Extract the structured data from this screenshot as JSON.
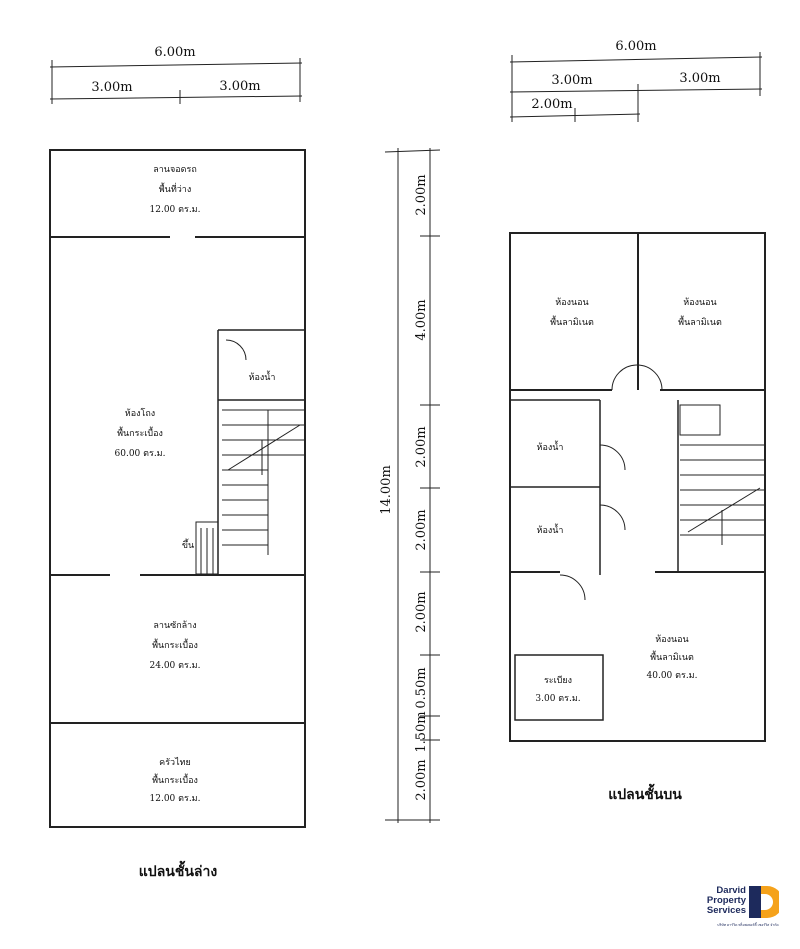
{
  "left_plan": {
    "dims": {
      "total_width": "6.00m",
      "left_half": "3.00m",
      "right_half": "3.00m"
    },
    "rooms": {
      "front_yard": [
        "ลานจอดรถ",
        "พื้นที่ว่าง",
        "12.00 ตร.ม."
      ],
      "living": [
        "ห้องโถง",
        "พื้นกระเบื้อง",
        "60.00 ตร.ม."
      ],
      "bath": "ห้องน้ำ",
      "stair": "ขึ้น",
      "kitchen": [
        "ลานซักล้าง",
        "พื้นกระเบื้อง",
        "24.00 ตร.ม."
      ],
      "back_area": [
        "ครัวไทย",
        "พื้นกระเบื้อง",
        "12.00 ตร.ม."
      ]
    },
    "caption": "แปลนชั้นล่าง"
  },
  "middle_dims": {
    "total_length": "14.00m",
    "segments": [
      "2.00m",
      "4.00m",
      "2.00m",
      "2.00m",
      "2.00m",
      "0.50m",
      "1.50m",
      "2.00m"
    ]
  },
  "right_plan": {
    "dims": {
      "total_width": "6.00m",
      "left_half": "3.00m",
      "right_half": "3.00m",
      "sub": "2.00m"
    },
    "rooms": {
      "bed1": [
        "ห้องนอน",
        "พื้นลามิเนต"
      ],
      "bed2": [
        "ห้องนอน",
        "พื้นลามิเนต"
      ],
      "bath1": "ห้องน้ำ",
      "bath2": "ห้องน้ำ",
      "master": [
        "ห้องนอน",
        "พื้นลามิเนต",
        "40.00 ตร.ม."
      ],
      "balcony": [
        "ระเบียง",
        "3.00 ตร.ม."
      ]
    },
    "caption": "แปลนชั้นบน"
  },
  "logo": {
    "line1": "Darvid",
    "line2": "Property",
    "line3": "Services",
    "tagline": "บริษัท ดาร์วิด พร็อพเพอร์ตี้ เซอร์วิส จำกัด",
    "color": "#1d2a5c",
    "accent": "#f5a21b"
  }
}
